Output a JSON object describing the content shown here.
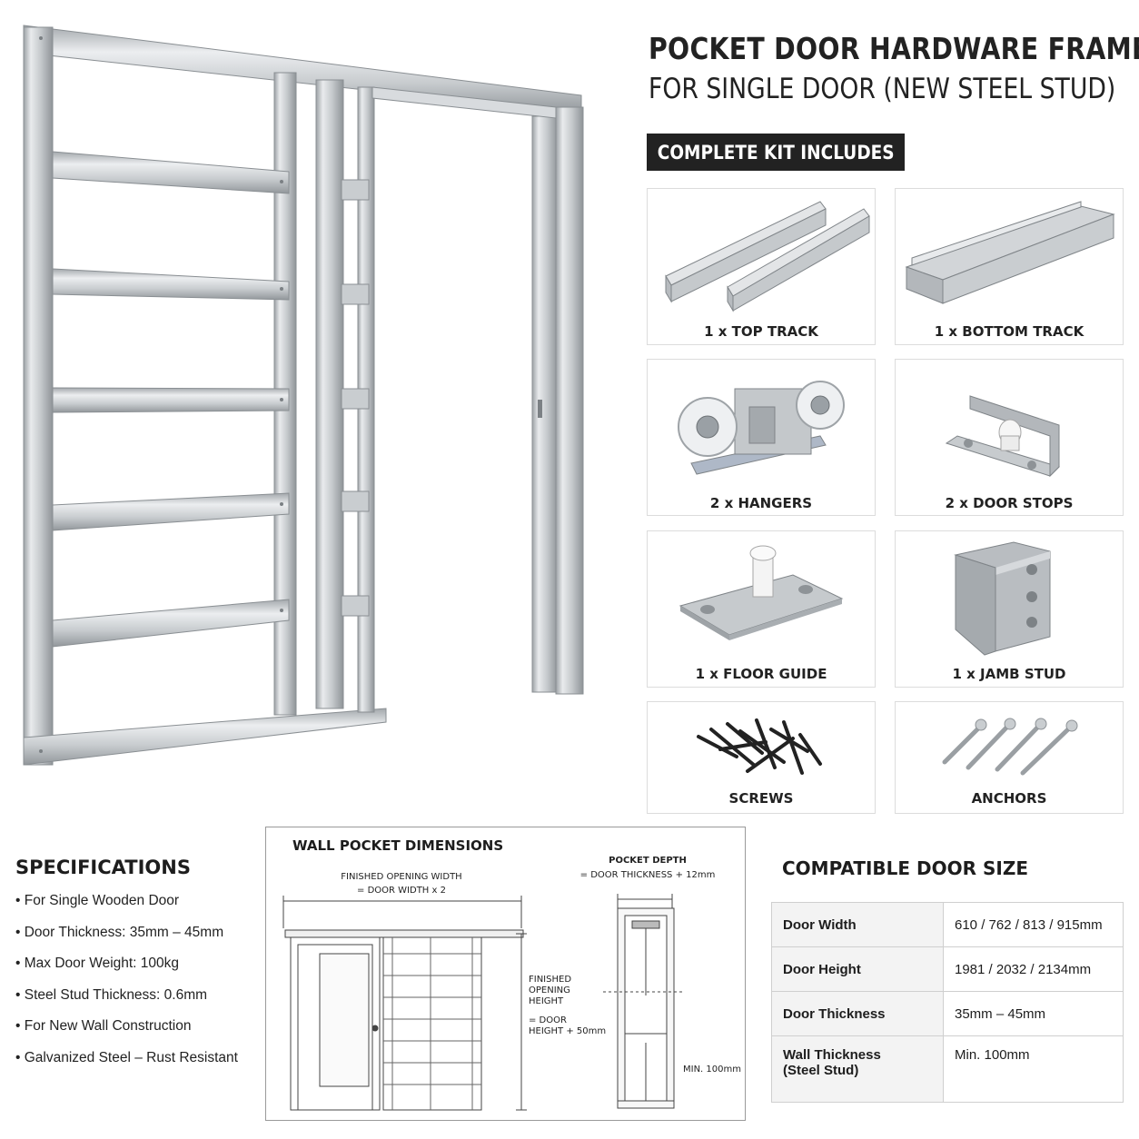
{
  "header": {
    "title_line1": "POCKET DOOR HARDWARE FRAME",
    "title_line2": "FOR SINGLE DOOR (NEW STEEL STUD)"
  },
  "kit": {
    "heading": "COMPLETE KIT INCLUDES",
    "items": [
      {
        "label": "1 x TOP TRACK",
        "icon": "top-track-icon"
      },
      {
        "label": "1 x BOTTOM TRACK",
        "icon": "bottom-track-icon"
      },
      {
        "label": "2 x HANGERS",
        "icon": "hanger-icon"
      },
      {
        "label": "2 x DOOR STOPS",
        "icon": "door-stop-icon"
      },
      {
        "label": "1 x FLOOR GUIDE",
        "icon": "floor-guide-icon"
      },
      {
        "label": "1 x JAMB STUD",
        "icon": "jamb-stud-icon"
      },
      {
        "label": "SCREWS",
        "icon": "screws-icon"
      },
      {
        "label": "ANCHORS",
        "icon": "anchors-icon"
      }
    ]
  },
  "specifications": {
    "heading": "SPECIFICATIONS",
    "items": [
      "For Single Wooden Door",
      "Door Thickness: 35mm – 45mm",
      "Max Door Weight: 100kg",
      "Steel Stud Thickness: 0.6mm",
      "For New Wall Construction",
      "Galvanized Steel – Rust Resistant"
    ]
  },
  "dimensions": {
    "heading": "WALL POCKET DIMENSIONS",
    "opening_width_line1": "FINISHED OPENING WIDTH",
    "opening_width_line2": "= DOOR WIDTH x 2",
    "pocket_depth_line1": "POCKET DEPTH",
    "pocket_depth_line2": "= DOOR THICKNESS + 12mm",
    "opening_height_line1": "FINISHED",
    "opening_height_line2": "OPENING",
    "opening_height_line3": "HEIGHT",
    "height_formula_line1": "= DOOR",
    "height_formula_line2": "HEIGHT + 50mm",
    "min_label": "MIN. 100mm"
  },
  "compatible": {
    "heading": "COMPATIBLE DOOR SIZE",
    "rows": [
      {
        "key": "Door Width",
        "value": "610 / 762 / 813 / 915mm"
      },
      {
        "key": "Door Height",
        "value": "1981 / 2032 / 2134mm"
      },
      {
        "key": "Door Thickness",
        "value": "35mm – 45mm"
      },
      {
        "key": "Wall Thickness",
        "key2": "(Steel Stud)",
        "value": "Min. 100mm"
      }
    ]
  },
  "colors": {
    "steel_light": "#e4e6e8",
    "steel_mid": "#b9bdc1",
    "steel_dark": "#8d9296",
    "badge_bg": "#222222"
  }
}
